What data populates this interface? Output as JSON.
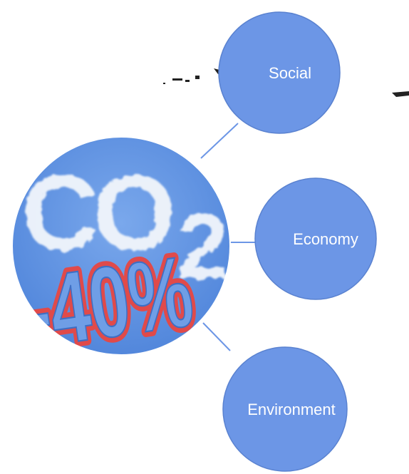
{
  "diagram": {
    "center": {
      "formula": "CO",
      "subscript": "2",
      "reduction": "-40%"
    },
    "nodes": [
      {
        "id": "social",
        "label": "Social"
      },
      {
        "id": "economy",
        "label": "Economy"
      },
      {
        "id": "environment",
        "label": "Environment"
      }
    ]
  },
  "colors": {
    "node_fill": "#6c96e6",
    "node_stroke": "#5a82d0",
    "connector": "#6c96e6",
    "sky": "#5a8ee0",
    "cloud": "#f2f6fb",
    "badge": "#e04a4a"
  }
}
